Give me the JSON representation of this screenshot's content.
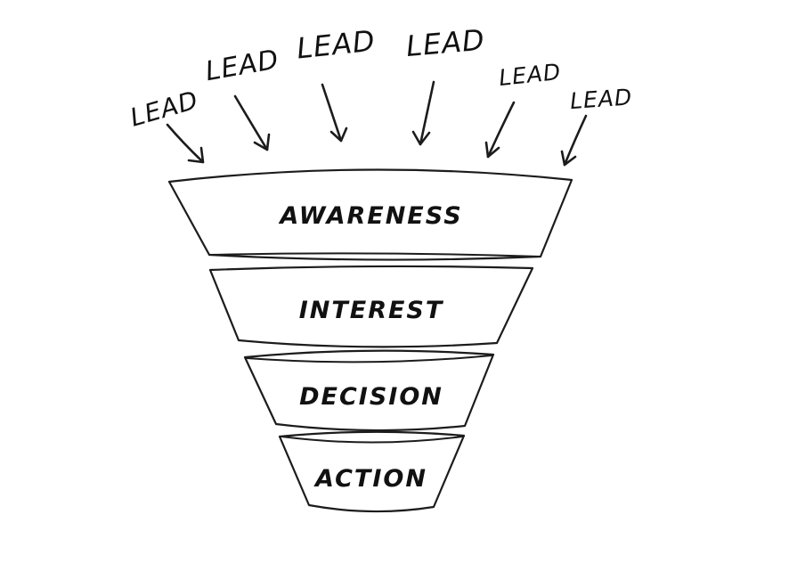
{
  "leads": [
    "LEAD",
    "LEAD",
    "LEAD",
    "LEAD",
    "LEAD",
    "LEAD"
  ],
  "stages": [
    "AWARENESS",
    "INTEREST",
    "DECISION",
    "ACTION"
  ],
  "colors": {
    "ink": "#1c1c1c",
    "paper": "#ffffff"
  }
}
